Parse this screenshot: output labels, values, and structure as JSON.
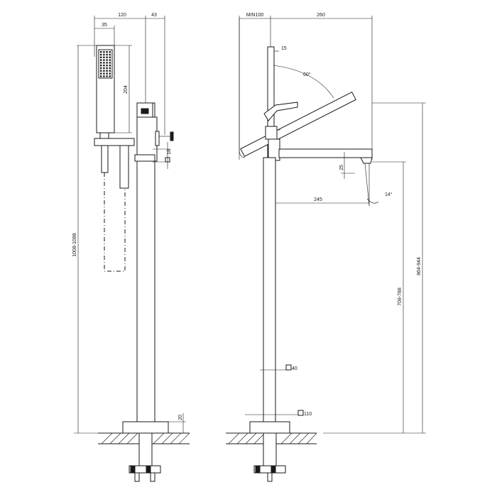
{
  "dimensions": {
    "left_view": {
      "width_120": "120",
      "width_43": "43",
      "width_35": "35",
      "height_204": "204",
      "height_18": "18",
      "height_range": "1008-1088",
      "height_20": "20"
    },
    "right_view": {
      "min100": "MIN100",
      "width_260": "260",
      "width_15": "15",
      "angle_60": "60°",
      "height_25": "25",
      "width_245": "245",
      "angle_14": "14°",
      "height_708_788": "708-788",
      "height_864_944": "864-944",
      "square_40": "40",
      "square_110": "110"
    }
  },
  "colors": {
    "line": "#1a1a1a",
    "background": "#ffffff"
  }
}
